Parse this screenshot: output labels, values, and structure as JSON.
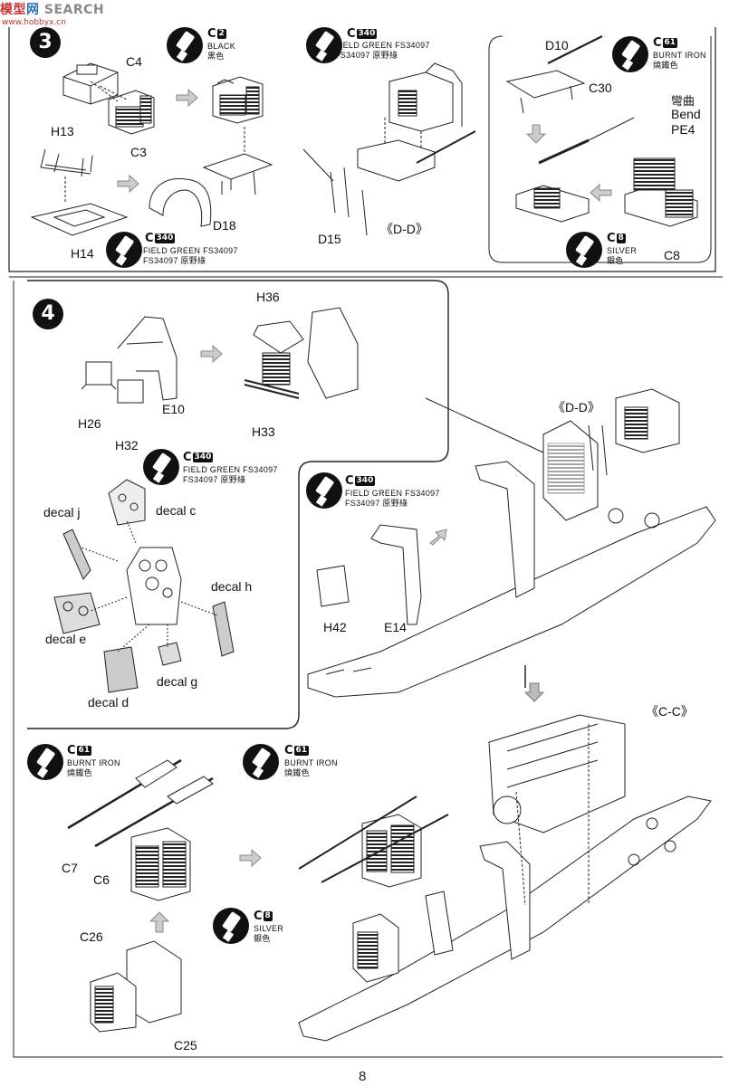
{
  "watermark": {
    "brand_a": "模型",
    "brand_b": "网",
    "search": "SEARCH",
    "url": "www.hobbyx.cn"
  },
  "page_number": "8",
  "step3": {
    "number": "3",
    "parts": {
      "c4": "C4",
      "c3": "C3",
      "h13": "H13",
      "h14": "H14",
      "d18": "D18",
      "d15": "D15",
      "d10": "D10",
      "c30": "C30",
      "c8": "C8"
    },
    "bend": {
      "cn": "彎曲",
      "en": "Bend",
      "part": "PE4"
    },
    "view_label": "《D-D》",
    "paints": {
      "black": {
        "code": "C",
        "num": "2",
        "name": "BLACK",
        "cn": "黑色"
      },
      "green_a": {
        "code": "C",
        "num": "340",
        "name": "FIELD GREEN FS34097",
        "cn": "FS34097 原野綠"
      },
      "green_b": {
        "code": "C",
        "num": "340",
        "name": "FIELD GREEN FS34097",
        "cn": "FS34097 原野綠"
      },
      "iron": {
        "code": "C",
        "num": "61",
        "name": "BURNT IRON",
        "cn": "燒鐵色"
      },
      "silver": {
        "code": "C",
        "num": "8",
        "name": "SILVER",
        "cn": "銀色"
      }
    }
  },
  "step4": {
    "number": "4",
    "parts": {
      "h36": "H36",
      "h26": "H26",
      "h32": "H32",
      "e10": "E10",
      "h33": "H33",
      "h42": "H42",
      "e14": "E14",
      "c7": "C7",
      "c6": "C6",
      "c26": "C26",
      "c25": "C25"
    },
    "decals": {
      "j": "decal j",
      "c": "decal c",
      "h": "decal h",
      "e": "decal e",
      "g": "decal g",
      "d": "decal d"
    },
    "view_dd": "《D-D》",
    "view_cc": "《C-C》",
    "paints": {
      "green_a": {
        "code": "C",
        "num": "340",
        "name": "FIELD GREEN FS34097",
        "cn": "FS34097 原野綠"
      },
      "green_b": {
        "code": "C",
        "num": "340",
        "name": "FIELD GREEN FS34097",
        "cn": "FS34097 原野綠"
      },
      "iron_a": {
        "code": "C",
        "num": "61",
        "name": "BURNT IRON",
        "cn": "燒鐵色"
      },
      "iron_b": {
        "code": "C",
        "num": "61",
        "name": "BURNT IRON",
        "cn": "燒鐵色"
      },
      "silver": {
        "code": "C",
        "num": "8",
        "name": "SILVER",
        "cn": "銀色"
      }
    }
  }
}
